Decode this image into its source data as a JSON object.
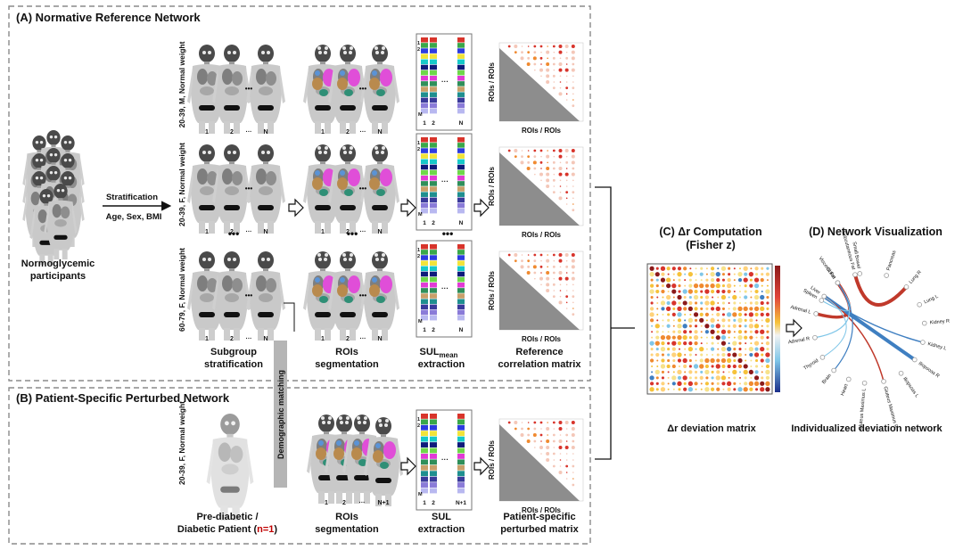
{
  "panels": {
    "a_title": "(A) Normative Reference Network",
    "b_title": "(B) Patient-Specific Perturbed Network",
    "c_title_1": "(C) Δr Computation",
    "c_title_2": "(Fisher z)",
    "d_title": "(D) Network Visualization"
  },
  "left": {
    "participants_l1": "Normoglycemic",
    "participants_l2": "participants",
    "arrow_l1": "Stratification",
    "arrow_l2": "Age, Sex, BMI"
  },
  "rows": [
    {
      "label": "20-39, M, Normal weight"
    },
    {
      "label": "20-39, F, Normal weight"
    },
    {
      "label": "60-79, F, Normal weight"
    }
  ],
  "patient_label": "20-39, F, Normal weight",
  "subject_index": {
    "one": "1",
    "two": "2",
    "dots": "···",
    "n": "N",
    "n1": "N+1",
    "m": "M",
    "ellipsis": "•••"
  },
  "captions": {
    "subgroup_1": "Subgroup",
    "subgroup_2": "stratification",
    "rois_1": "ROIs",
    "rois_2": "segmentation",
    "sul_mean_base": "SUL",
    "sul_mean_sub": "mean",
    "sul_mean_2": "extraction",
    "ref_1": "Reference",
    "ref_2": "correlation matrix",
    "patient_1": "Pre-diabetic /",
    "patient_2": "Diabetic Patient (",
    "patient_n": "n=1",
    "patient_close": ")",
    "rois_b_1": "ROIs",
    "rois_b_2": "segmentation",
    "sul_b_1": "SUL",
    "sul_b_2": "extraction",
    "pp_1": "Patient-specific",
    "pp_2": "perturbed matrix",
    "demographic": "Demographic matching",
    "matrix_axis": "ROIs / ROIs",
    "deviation": "Δr deviation matrix",
    "network": "Individualized deviation network"
  },
  "network_nodes": [
    "Small Bowel",
    "Pancreas",
    "Lung R",
    "Lung L",
    "Kidney R",
    "Kidney L",
    "Iliopsoas R",
    "Iliopsoas L",
    "Gluteus Maximus R",
    "Gluteus Maximus L",
    "Heart",
    "Brain",
    "Thyroid",
    "Adrenal R",
    "Adrenal L",
    "Liver",
    "Visceral Fat",
    "Subcutaneous Fat",
    "Spleen",
    "Colon"
  ],
  "colors": {
    "frame": "#8a8a8a",
    "red": "#c0392b",
    "blue": "#3f7fc1",
    "matrix_gray": "#8d8d8d",
    "patient_red": "#c00000",
    "bar_gray": "#b5b5b5"
  }
}
